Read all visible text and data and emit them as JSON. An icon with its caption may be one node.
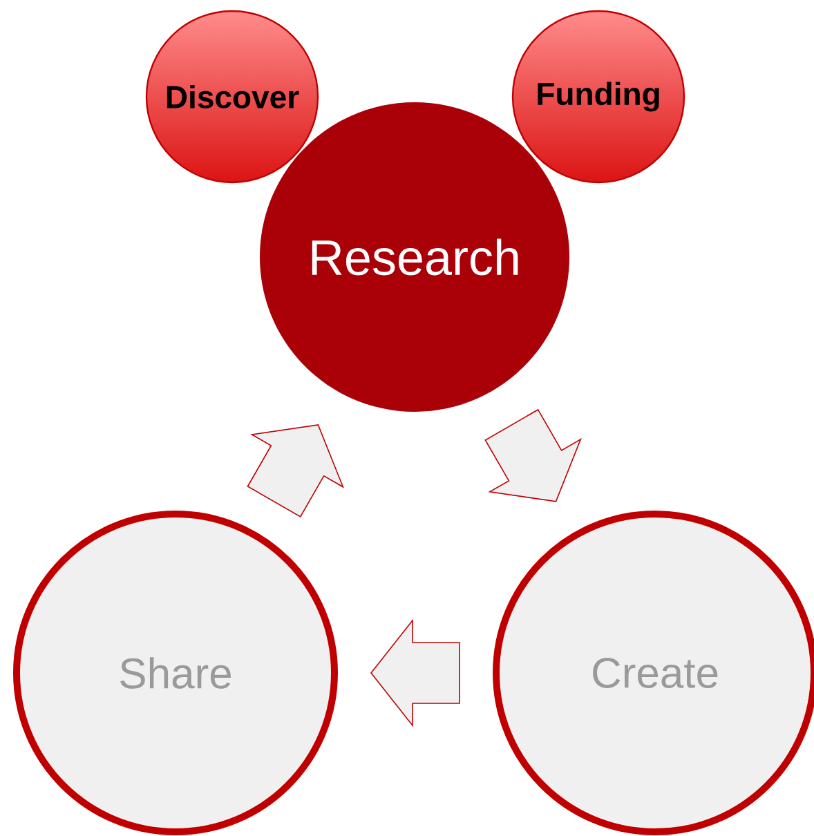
{
  "diagram": {
    "nodes": [
      {
        "text": [
          "Discover"
        ]
      },
      {
        "text": [
          "Funding"
        ]
      },
      {
        "text": [
          "Research"
        ]
      },
      {
        "text": [
          "Share"
        ]
      },
      {
        "text": [
          "Create"
        ]
      }
    ],
    "edges": [
      {
        "from": 2,
        "to": 4,
        "arrow": "to"
      },
      {
        "from": 4,
        "to": 3,
        "arrow": "to"
      },
      {
        "from": 3,
        "to": 2,
        "arrow": "to"
      }
    ]
  }
}
